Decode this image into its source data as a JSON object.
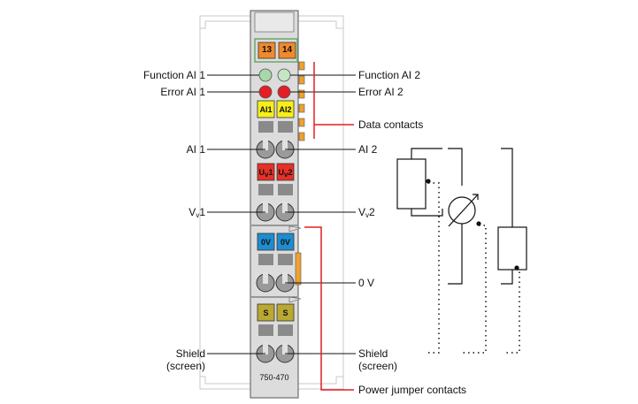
{
  "diagram": {
    "module_number": "750-470",
    "terminal_tags": [
      "13",
      "14"
    ],
    "channel_tags": [
      {
        "left": "AI1",
        "right": "AI2",
        "color": "#f7ee1a"
      },
      {
        "left_main": "U",
        "left_sub": "v",
        "left_suffix": "1",
        "right_main": "U",
        "right_sub": "v",
        "right_suffix": "2",
        "color": "#e63027"
      },
      {
        "left": "0V",
        "right": "0V",
        "color": "#1f8ccf"
      },
      {
        "left": "S",
        "right": "S",
        "color": "#b9a832"
      }
    ],
    "labels_left": {
      "function_ai1": "Function AI 1",
      "error_ai1": "Error AI 1",
      "ai1": "AI 1",
      "vv1_main": "V",
      "vv1_sub": "v",
      "vv1_suffix": "1",
      "shield_line1": "Shield",
      "shield_line2": "(screen)"
    },
    "labels_right": {
      "function_ai2": "Function AI 2",
      "error_ai2": "Error AI 2",
      "data_contacts": "Data contacts",
      "ai2": "AI 2",
      "vv2_main": "V",
      "vv2_sub": "v",
      "vv2_suffix": "2",
      "ov": "0 V",
      "shield_line1": "Shield",
      "shield_line2": "(screen)",
      "power_jumper_contacts": "Power jumper contacts"
    },
    "colors": {
      "module_body": "#d8d8d8",
      "outline": "#333333",
      "led_green": "#a9d8a8",
      "led_red": "#e31e24",
      "callout_red": "#e31e24",
      "orange_tag": "#f08a2c",
      "contact_orange": "#f0a030"
    }
  }
}
